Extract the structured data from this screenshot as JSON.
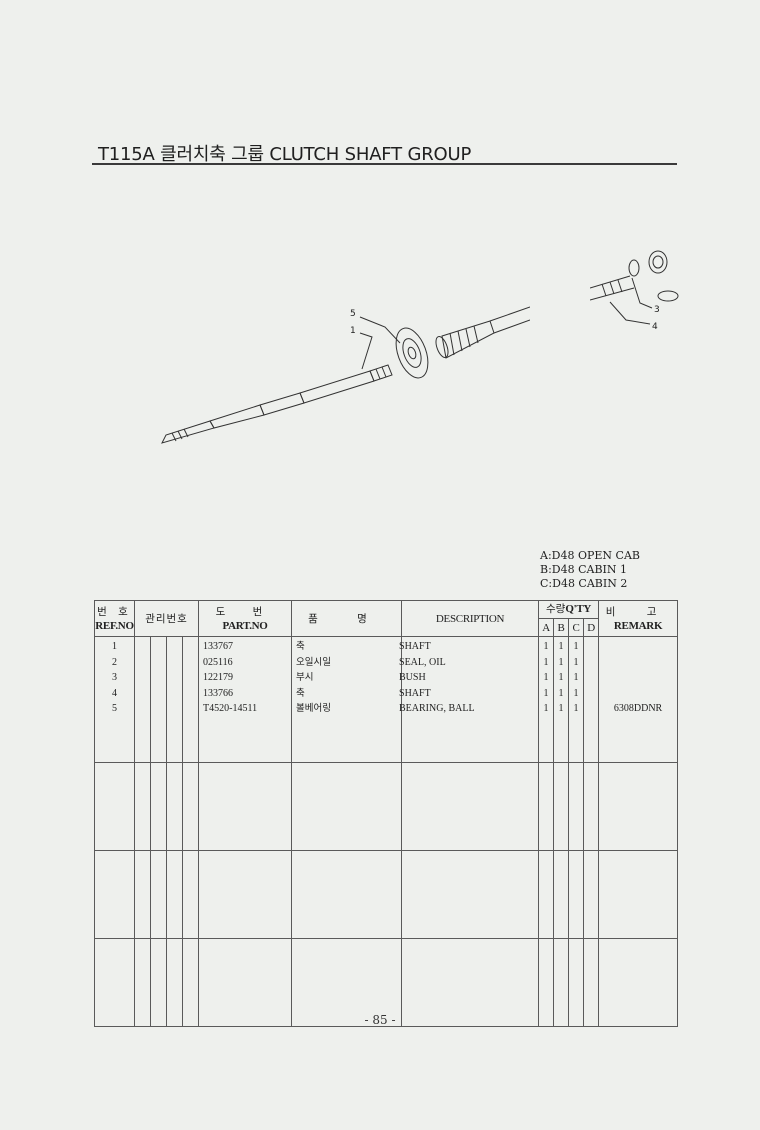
{
  "title": "T115A 클러치축 그룹 CLUTCH SHAFT GROUP",
  "diagram": {
    "callouts": [
      "5",
      "1",
      "3",
      "4"
    ]
  },
  "variants": [
    "A:D48 OPEN CAB",
    "B:D48 CABIN 1",
    "C:D48 CABIN 2"
  ],
  "table": {
    "headers": {
      "ref_ko": "번 호",
      "ref_en": "REF.NO",
      "mgmt_ko": "관리번호",
      "part_ko": "도 번",
      "part_en": "PART.NO",
      "name_ko": "품 명",
      "desc_en": "DESCRIPTION",
      "qty_ko": "수량",
      "qty_en": "Q'TY",
      "qty_cols": [
        "A",
        "B",
        "C",
        "D"
      ],
      "remark_ko": "비 고",
      "remark_en": "REMARK"
    },
    "rows": [
      {
        "ref": "1",
        "part": "133767",
        "name_ko": "축",
        "desc": "SHAFT",
        "a": "1",
        "b": "1",
        "c": "1",
        "d": "",
        "remark": ""
      },
      {
        "ref": "2",
        "part": "025116",
        "name_ko": "오일시일",
        "desc": "SEAL, OIL",
        "a": "1",
        "b": "1",
        "c": "1",
        "d": "",
        "remark": ""
      },
      {
        "ref": "3",
        "part": "122179",
        "name_ko": "부시",
        "desc": "BUSH",
        "a": "1",
        "b": "1",
        "c": "1",
        "d": "",
        "remark": ""
      },
      {
        "ref": "4",
        "part": "133766",
        "name_ko": "축",
        "desc": "SHAFT",
        "a": "1",
        "b": "1",
        "c": "1",
        "d": "",
        "remark": ""
      },
      {
        "ref": "5",
        "part": "T4520-14511",
        "name_ko": "볼베어링",
        "desc": "BEARING, BALL",
        "a": "1",
        "b": "1",
        "c": "1",
        "d": "",
        "remark": "6308DDNR"
      }
    ]
  },
  "page_number": "- 85 -"
}
